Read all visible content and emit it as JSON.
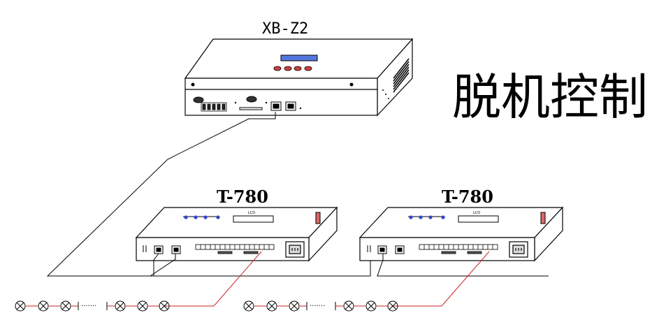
{
  "controller": {
    "label": "XB-Z2"
  },
  "title": "脱机控制",
  "devices": [
    {
      "label": "T-780",
      "panel_text": "LCD"
    },
    {
      "label": "T-780",
      "panel_text": "LCD"
    }
  ],
  "chain_gap": "·······",
  "colors": {
    "wire": "#000000",
    "signal_wire": "#cc2222",
    "display": "#3344cc",
    "buttons": "#cc3333"
  }
}
